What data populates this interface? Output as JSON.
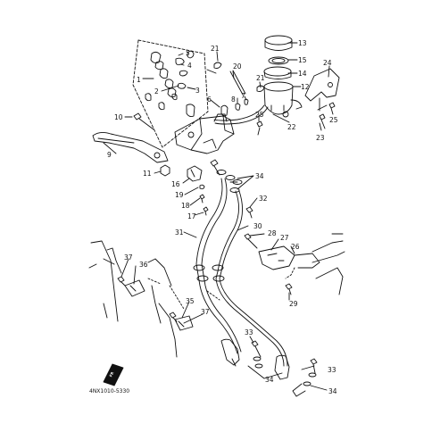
{
  "callouts": {
    "c1": "1",
    "c2": "2",
    "c3": "3",
    "c4": "4",
    "c5": "5",
    "c6": "6",
    "c7": "7",
    "c8": "8",
    "c9": "9",
    "c10": "10",
    "c11": "11",
    "c12": "12",
    "c13": "13",
    "c14": "14",
    "c15": "15",
    "c16": "16",
    "c17": "17",
    "c18": "18",
    "c19": "19",
    "c20": "20",
    "c21a": "21",
    "c21b": "21",
    "c22": "22",
    "c23": "23",
    "c24": "24",
    "c25a": "25",
    "c25b": "25",
    "c26": "26",
    "c27": "27",
    "c28": "28",
    "c29": "29",
    "c30": "30",
    "c31": "31",
    "c32": "32",
    "c33a": "33",
    "c33b": "33",
    "c34a": "34",
    "c34b": "34",
    "c34c": "34",
    "c35": "35",
    "c36": "36",
    "c37a": "37",
    "c37b": "37"
  },
  "diagram_code": "4NX1010-5330",
  "front_label": "FR",
  "colors": {
    "line": "#111111",
    "background": "#ffffff"
  }
}
